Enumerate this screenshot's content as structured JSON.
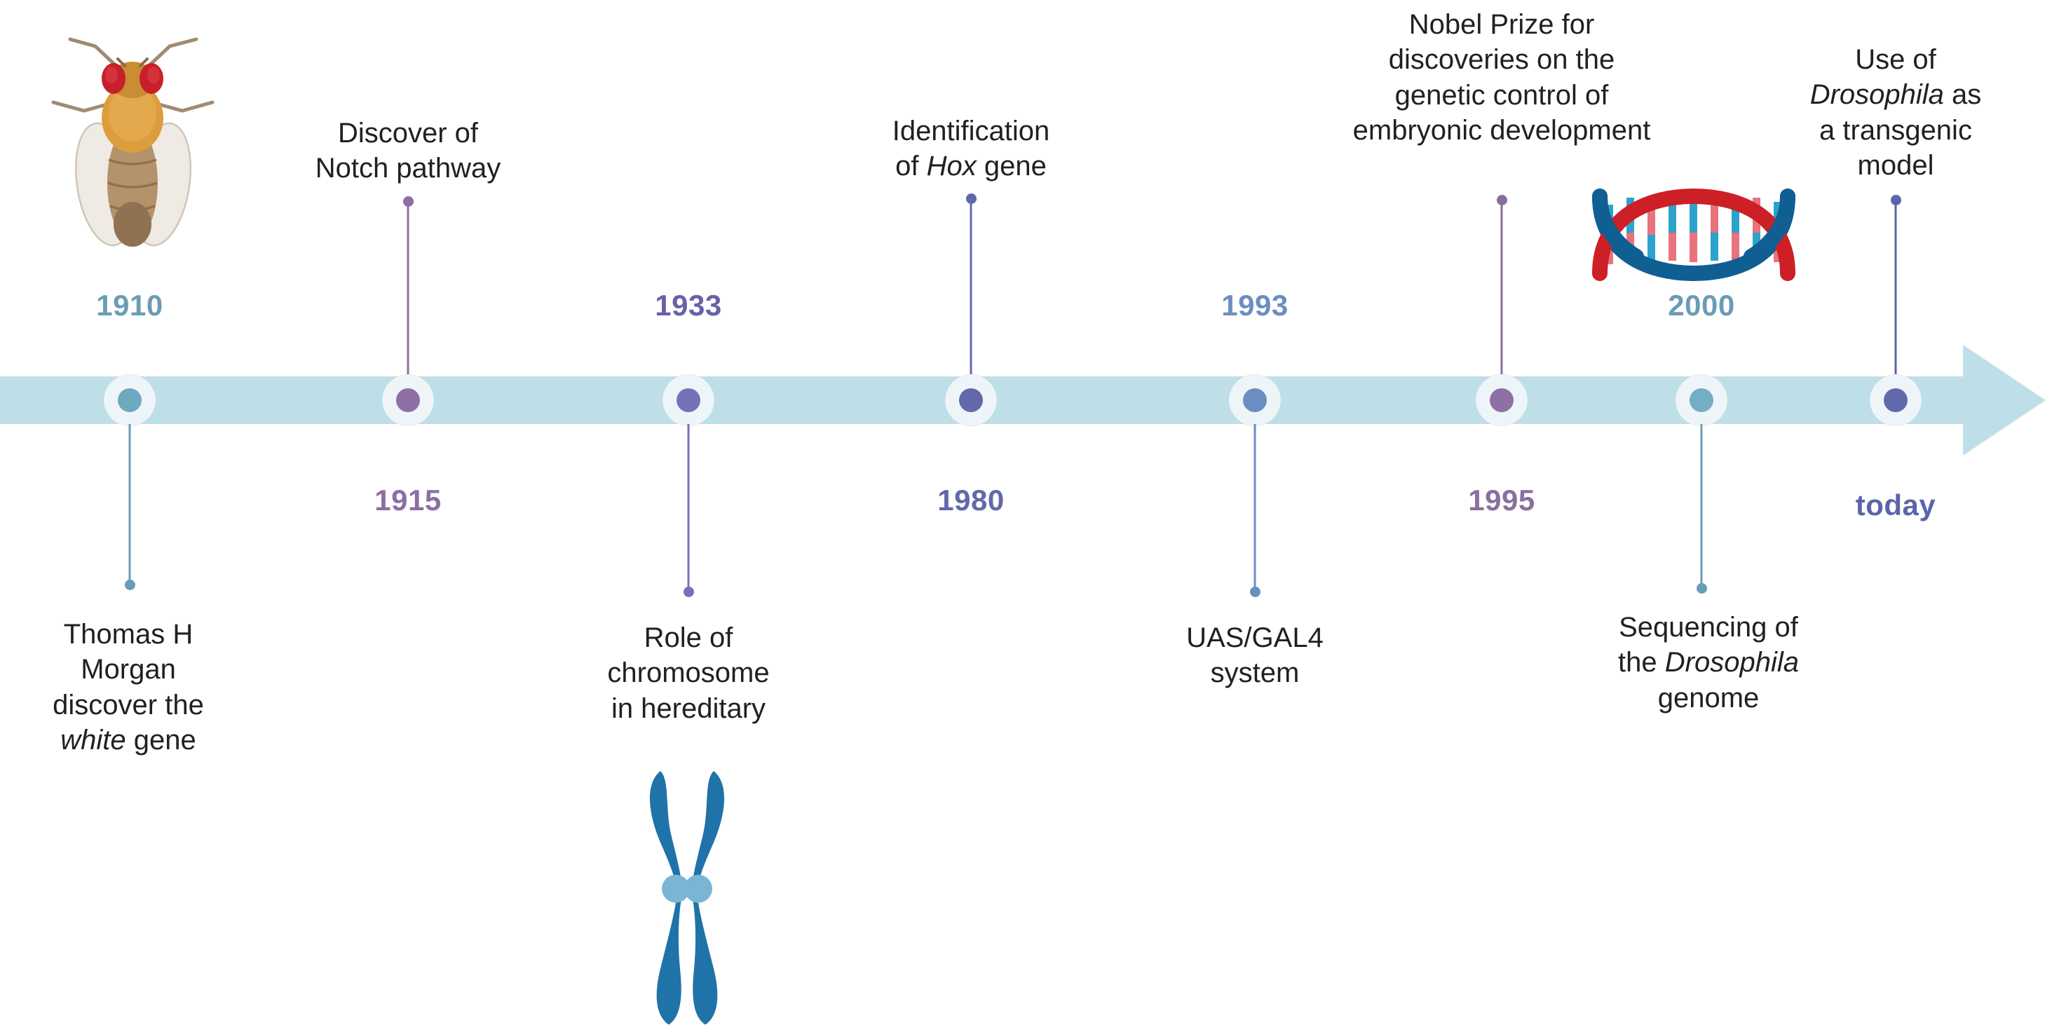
{
  "timeline": {
    "bar_color": "#bfdfe8",
    "arrow_direction": "right",
    "events": [
      {
        "year": "1910",
        "year_color": "#6b9cb5",
        "marker_ring_color": "#5e9cb3",
        "marker_core_color": "#6fa9c0",
        "label_side": "below",
        "caption": "Thomas H\nMorgan\ndiscover the\nwhite gene",
        "caption_italic_word": "white",
        "icon": "fruit-fly-icon"
      },
      {
        "year": "1915",
        "year_color": "#8a6fa3",
        "marker_ring_color": "#8a6fa3",
        "marker_core_color": "#8e6fa6",
        "label_side": "above",
        "caption": "Discover of\nNotch pathway",
        "caption_italic_word": "",
        "icon": ""
      },
      {
        "year": "1933",
        "year_color": "#6661a8",
        "marker_ring_color": "#7671b8",
        "marker_core_color": "#7671b8",
        "label_side": "below",
        "caption": "Role of\nchromosome\nin hereditary",
        "caption_italic_word": "",
        "icon": "chromosome-icon"
      },
      {
        "year": "1980",
        "year_color": "#6168ab",
        "marker_ring_color": "#6168ab",
        "marker_core_color": "#6168ab",
        "label_side": "above",
        "caption": "Identification\nof Hox gene",
        "caption_italic_word": "Hox",
        "icon": ""
      },
      {
        "year": "1993",
        "year_color": "#6b8ec2",
        "marker_ring_color": "#6b8ec2",
        "marker_core_color": "#6b8ec2",
        "label_side": "below",
        "caption": "UAS/GAL4\nsystem",
        "caption_italic_word": "",
        "icon": ""
      },
      {
        "year": "1995",
        "year_color": "#8a6f9e",
        "marker_ring_color": "#8a6f9e",
        "marker_core_color": "#8e6fa6",
        "label_side": "above",
        "caption": "Nobel Prize for\ndiscoveries on the\ngenetic control of\nembryonic development",
        "caption_italic_word": "",
        "icon": ""
      },
      {
        "year": "2000",
        "year_color": "#6b9cb5",
        "marker_ring_color": "#6ea6bd",
        "marker_core_color": "#74aec5",
        "label_side": "below",
        "caption": "Sequencing of\nthe Drosophila\ngenome",
        "caption_italic_word": "Drosophila",
        "icon": "dna-helix-icon"
      },
      {
        "year": "today",
        "year_color": "#5b64ab",
        "marker_ring_color": "#5b64ab",
        "marker_core_color": "#6168ab",
        "label_side": "above",
        "caption": "Use of\nDrosophila as\na transgenic\nmodel",
        "caption_italic_word": "Drosophila",
        "icon": ""
      }
    ]
  },
  "icons": {
    "fly": {
      "name": "fruit-fly-icon",
      "eye_color": "#c8202a",
      "thorax_color": "#d99a3f",
      "abdomen_color": "#9b7a54",
      "wing_color": "#e8e3dc",
      "leg_color": "#a08a72"
    },
    "chromosome": {
      "name": "chromosome-icon",
      "body_color": "#1f73a8",
      "centromere_color": "#7ab6d4"
    },
    "dna": {
      "name": "dna-helix-icon",
      "strand_a_color": "#cc1f26",
      "strand_b_color": "#0f5f93",
      "rung_top_color": "#2ba3cc",
      "rung_bottom_color": "#e8737d"
    }
  }
}
